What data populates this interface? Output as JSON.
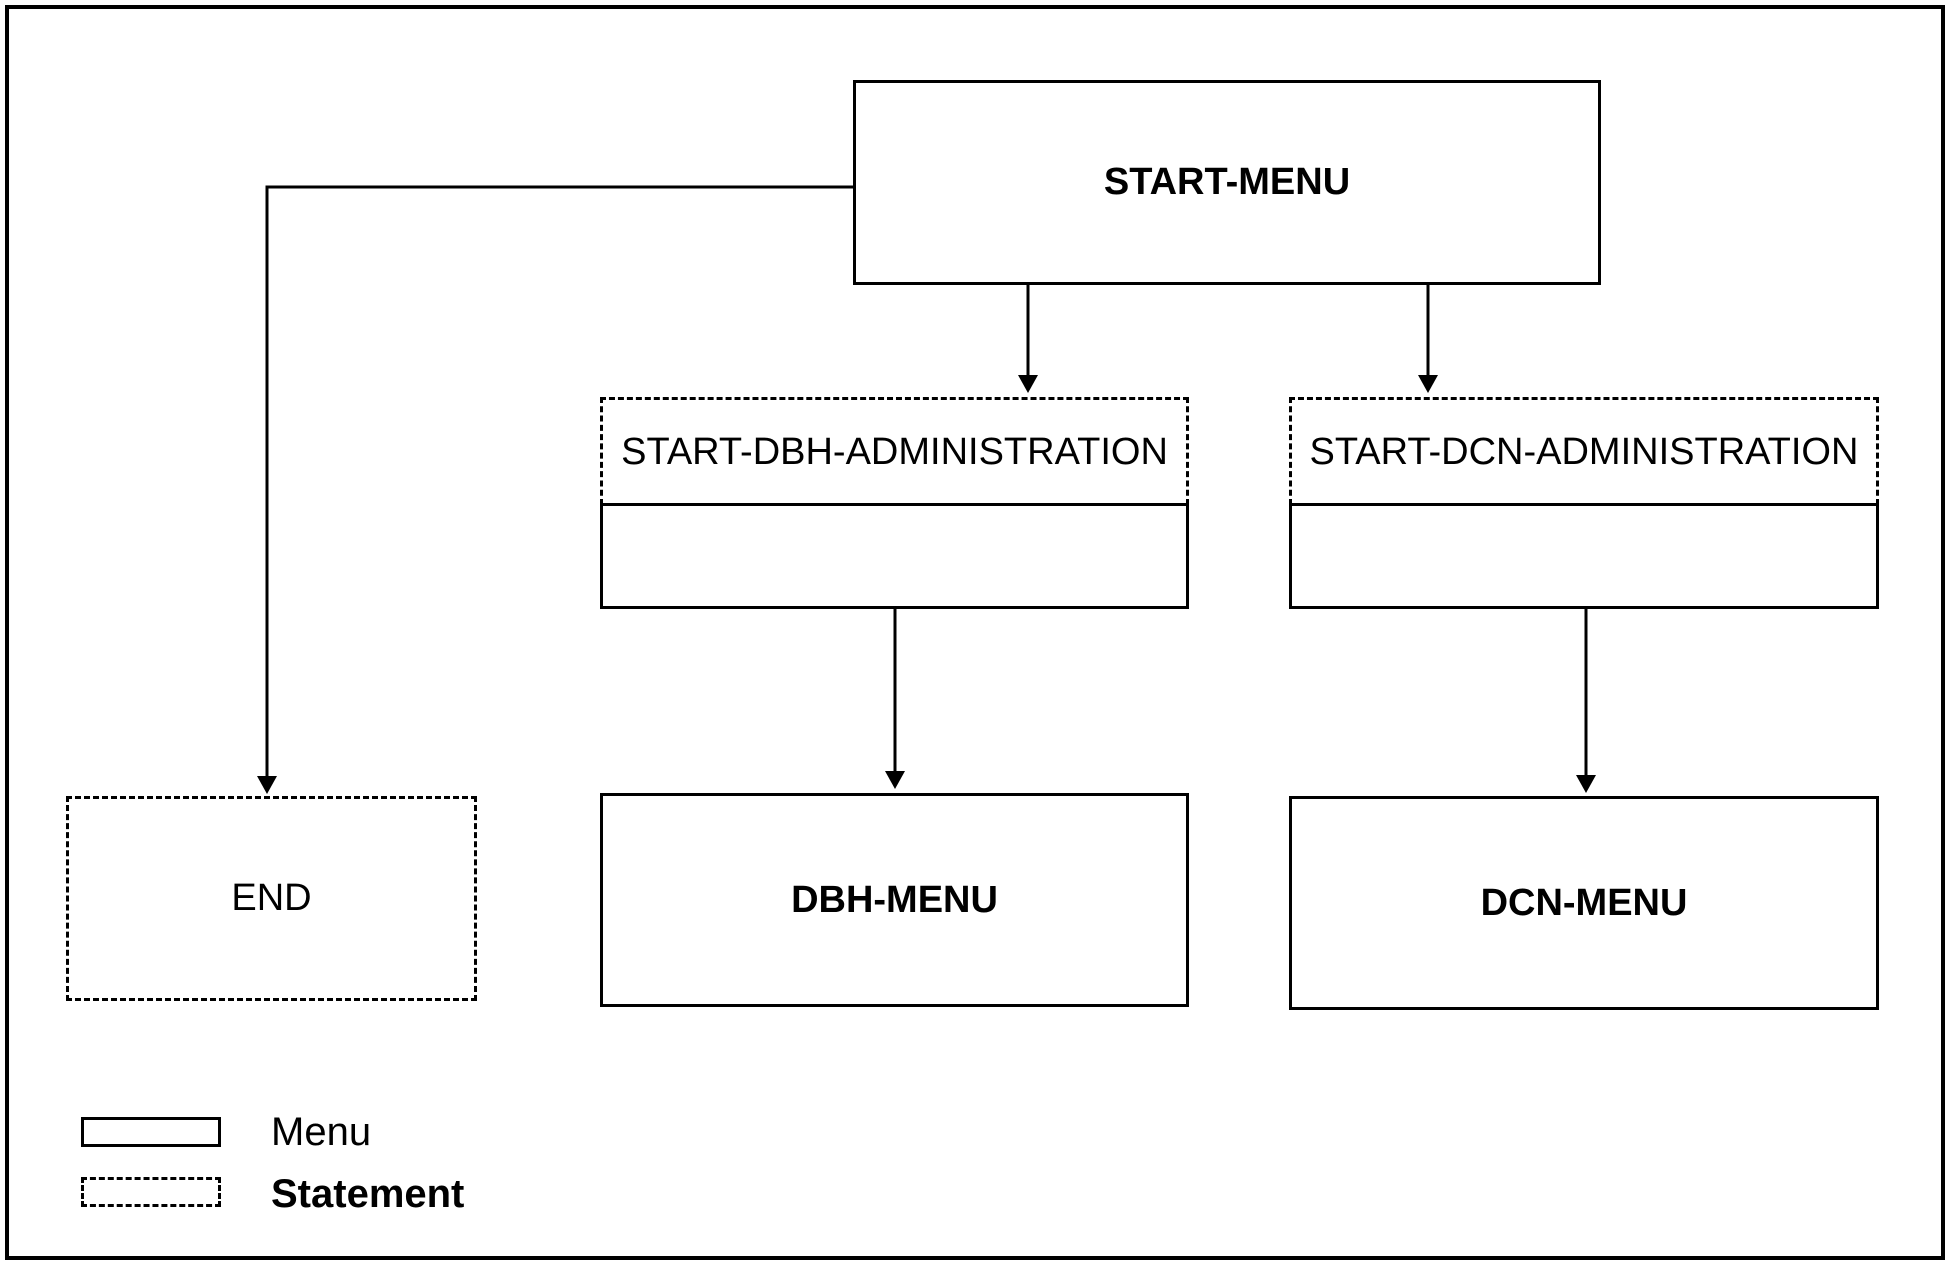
{
  "nodes": {
    "start_menu": "START-MENU",
    "start_dbh_administration": "START-DBH-ADMINISTRATION",
    "start_dcn_administration": "START-DCN-ADMINISTRATION",
    "end": "END",
    "dbh_menu": "DBH-MENU",
    "dcn_menu": "DCN-MENU"
  },
  "legend": {
    "menu_label": "Menu",
    "statement_label": "Statement"
  },
  "edges": [
    {
      "from": "START-MENU",
      "to": "END"
    },
    {
      "from": "START-MENU",
      "to": "START-DBH-ADMINISTRATION"
    },
    {
      "from": "START-MENU",
      "to": "START-DCN-ADMINISTRATION"
    },
    {
      "from": "START-DBH-ADMINISTRATION",
      "to": "DBH-MENU"
    },
    {
      "from": "START-DCN-ADMINISTRATION",
      "to": "DCN-MENU"
    }
  ],
  "colors": {
    "line": "#000000",
    "background": "#ffffff"
  }
}
